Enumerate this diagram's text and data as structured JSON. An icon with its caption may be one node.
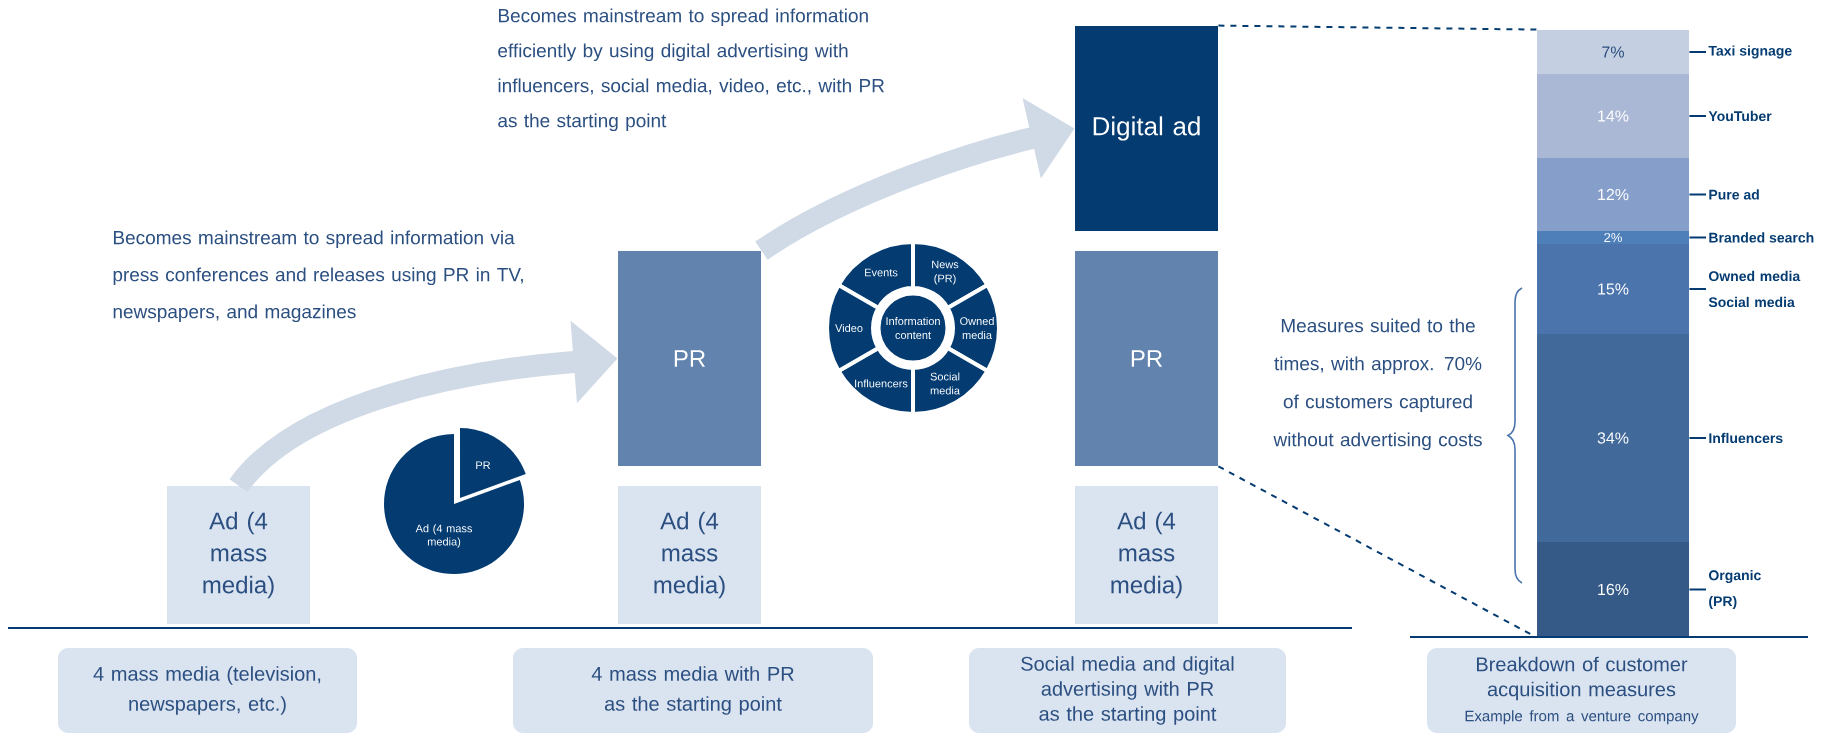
{
  "diagram": {
    "nodes": [
      {
        "text": [
          "Ad (4 mass media)"
        ]
      },
      {
        "text": [
          "PR",
          "Ad (4 mass media)"
        ]
      },
      {
        "text": [
          "PR"
        ]
      },
      {
        "text": [
          "Ad (4 mass media)"
        ]
      },
      {
        "text": [
          "Information content"
        ]
      },
      {
        "text": [
          "Events"
        ]
      },
      {
        "text": [
          "News (PR)"
        ]
      },
      {
        "text": [
          "Owned media"
        ]
      },
      {
        "text": [
          "Social media"
        ]
      },
      {
        "text": [
          "Influencers"
        ]
      },
      {
        "text": [
          "Video"
        ]
      },
      {
        "text": [
          "Digital ad"
        ]
      },
      {
        "text": [
          "PR"
        ]
      },
      {
        "text": [
          "Ad (4 mass media)"
        ]
      },
      {
        "text": [
          "7%"
        ]
      },
      {
        "text": [
          "14%"
        ]
      },
      {
        "text": [
          "12%"
        ]
      },
      {
        "text": [
          "2%"
        ]
      },
      {
        "text": [
          "15%"
        ]
      },
      {
        "text": [
          "34%"
        ]
      },
      {
        "text": [
          "16%"
        ]
      },
      {
        "text": [
          "Taxi signage"
        ]
      },
      {
        "text": [
          "YouTuber"
        ]
      },
      {
        "text": [
          "Pure ad"
        ]
      },
      {
        "text": [
          "Branded search"
        ]
      },
      {
        "text": [
          "Owned media Social media"
        ]
      },
      {
        "text": [
          "Influencers"
        ]
      },
      {
        "text": [
          "Organic (PR)"
        ]
      },
      {
        "text": [
          "4 mass media (television, newspapers, etc.)"
        ]
      },
      {
        "text": [
          "4 mass media with PR as the starting point"
        ]
      },
      {
        "text": [
          "Social media and digital advertising with PR as the starting point"
        ]
      },
      {
        "text": [
          "Breakdown of customer acquisition measures",
          "Example from a venture company"
        ]
      }
    ],
    "edges": [
      {
        "from": 0,
        "to": 2,
        "arrow": "to",
        "style": "thick",
        "color": "#d0dae6"
      },
      {
        "from": 2,
        "to": 11,
        "arrow": "to",
        "style": "thick",
        "color": "#d0dae6"
      },
      {
        "from": 11,
        "to": 14,
        "arrow": "none",
        "style": "dashed"
      },
      {
        "from": 12,
        "to": 20,
        "arrow": "none",
        "style": "dashed"
      },
      {
        "from": 21,
        "to": 14,
        "arrow": "none"
      },
      {
        "from": 22,
        "to": 15,
        "arrow": "none"
      },
      {
        "from": 23,
        "to": 16,
        "arrow": "none"
      },
      {
        "from": 24,
        "to": 17,
        "arrow": "none"
      },
      {
        "from": 25,
        "to": 18,
        "arrow": "none"
      },
      {
        "from": 26,
        "to": 19,
        "arrow": "none"
      },
      {
        "from": 27,
        "to": 20,
        "arrow": "none"
      }
    ],
    "labels": [
      "Becomes mainstream to spread information efficiently by using digital advertising with influencers, social media, video, etc., with PR as the starting point",
      "Becomes mainstream to spread information via press conferences and releases using PR in TV, newspapers, and magazines",
      "Measures suited to the times, with approx. 70% of customers captured without advertising costs"
    ]
  }
}
